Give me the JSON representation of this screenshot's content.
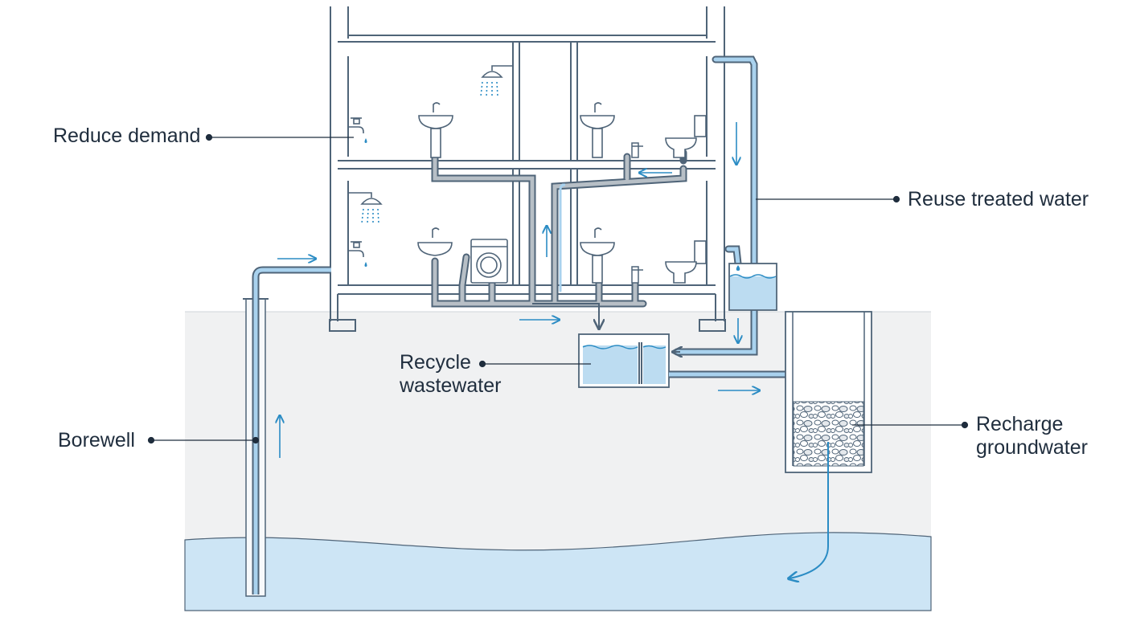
{
  "labels": {
    "reduce_demand": "Reduce demand",
    "reuse_treated_water": "Reuse treated water",
    "recycle_wastewater_line1": "Recycle",
    "recycle_wastewater_line2": "wastewater",
    "borewell": "Borewell",
    "recharge_groundwater_line1": "Recharge",
    "recharge_groundwater_line2": "groundwater"
  },
  "colors": {
    "ink": "#1f2d3d",
    "structure": "#4f6478",
    "clean_water_pipe": "#a9d2ee",
    "flow_arrow": "#2b8cc4",
    "grey_water_pipe": "#b7bfc6",
    "ground": "#f0f1f2",
    "groundwater": "#cde5f5",
    "tank_water": "#bcdcf1"
  }
}
